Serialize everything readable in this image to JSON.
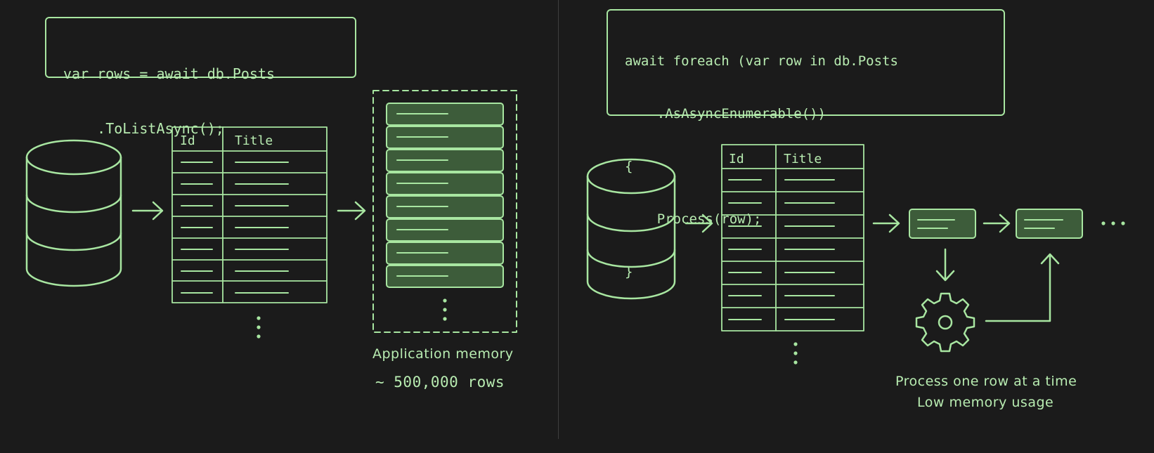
{
  "left": {
    "code_lines": [
      "var rows = await db.Posts",
      "    .ToListAsync();"
    ],
    "table": {
      "headers": [
        "Id",
        "Title"
      ],
      "row_count": 7
    },
    "memory_caption": "Application memory",
    "rows_caption": "~ 500,000 rows",
    "memory_block_count": 8
  },
  "right": {
    "code_lines": [
      "await foreach (var row in db.Posts",
      "    .AsAsyncEnumerable())",
      "{",
      "    Process(row);",
      "}"
    ],
    "table": {
      "headers": [
        "Id",
        "Title"
      ],
      "row_count": 7
    },
    "caption_line1": "Process one row at a time",
    "caption_line2": "Low memory usage"
  },
  "colors": {
    "accent": "#a8e6a1",
    "fill": "#3d5c3a",
    "background": "#1b1b1b"
  }
}
